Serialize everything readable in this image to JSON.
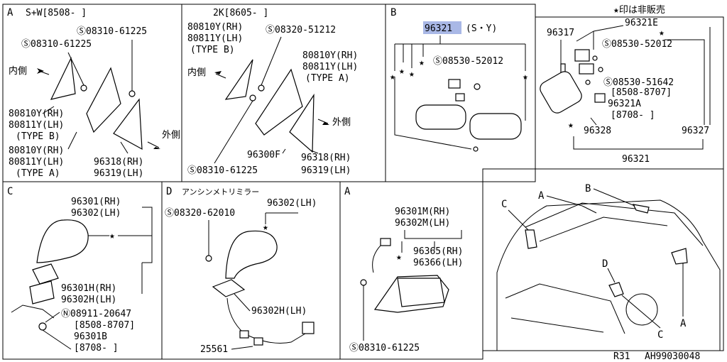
{
  "panels": {
    "a1": {
      "tag": "A",
      "header": "S+W[8508-  ]",
      "screw1": "Ⓢ08310-61225",
      "screw2": "Ⓢ08310-61225",
      "inner": "内側",
      "outer": "外側",
      "p1a": "80810Y(RH)",
      "p1b": "80811Y(LH)",
      "p1c": "(TYPE B)",
      "p2a": "80810Y(RH)",
      "p2b": "80811Y(LH)",
      "p2c": "(TYPE A)",
      "p3a": "96318(RH)",
      "p3b": "96319(LH)"
    },
    "a2": {
      "header": "2K[8605-  ]",
      "typeb_a": "80810Y(RH)",
      "typeb_b": "80811Y(LH)",
      "typeb_c": "(TYPE B)",
      "screw1": "Ⓢ08320-51212",
      "typea_a": "80810Y(RH)",
      "typea_b": "80811Y(LH)",
      "typea_c": "(TYPE A)",
      "inner": "内側",
      "outer": "外側",
      "p96300": "96300F",
      "p3a": "96318(RH)",
      "p3b": "96319(LH)",
      "screw2": "Ⓢ08310-61225"
    },
    "b": {
      "tag": "B",
      "highlight": "96321",
      "suffix": "(S・Y)",
      "screw": "Ⓢ08530-52012"
    },
    "inner_mirror": {
      "note": "★印は非販売",
      "p96317": "96317",
      "p96321e": "96321E",
      "screw1": "Ⓢ08530-52012",
      "screw2": "Ⓢ08530-51642",
      "date1": "[8508-8707]",
      "p96321a": "96321A",
      "date2": "[8708-  ]",
      "p96328": "96328",
      "p96327": "96327",
      "p96321": "96321"
    },
    "c": {
      "tag": "C",
      "p1a": "96301(RH)",
      "p1b": "96302(LH)",
      "p2a": "96301H(RH)",
      "p2b": "96302H(LH)",
      "nut": "Ⓝ08911-20647",
      "date1": "[8508-8707]",
      "p96301b": "96301B",
      "date2": "[8708-  ]"
    },
    "d": {
      "tag": "D",
      "header": "アンシンメトリミラー",
      "screw": "Ⓢ08320-62010",
      "p96302": "96302(LH)",
      "p96302h": "96302H(LH)",
      "p25561": "25561"
    },
    "a3": {
      "tag": "A",
      "p1a": "96301M(RH)",
      "p1b": "96302M(LH)",
      "p2a": "96365(RH)",
      "p2b": "96366(LH)",
      "screw": "Ⓢ08310-61225"
    },
    "car": {
      "a_top": "A",
      "b": "B",
      "c_left": "C",
      "d": "D",
      "c_bottom": "C",
      "a_right": "A"
    }
  },
  "footer": {
    "model": "R31",
    "code": "AH99030048"
  }
}
